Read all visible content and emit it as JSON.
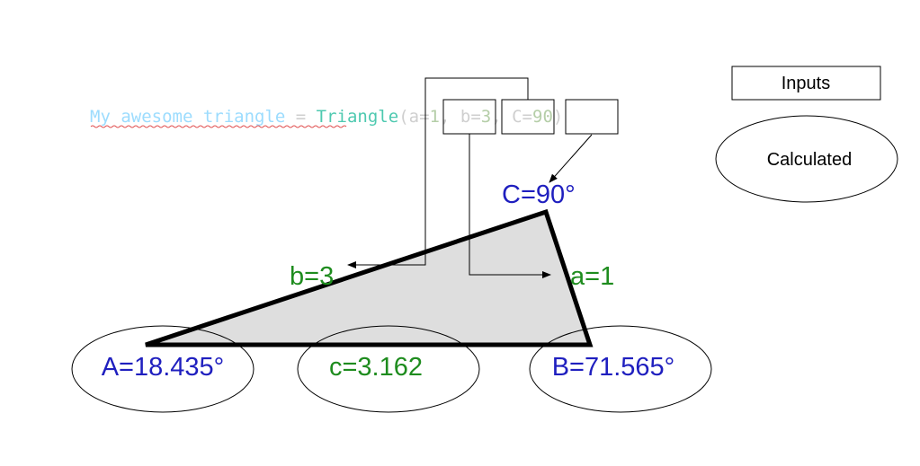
{
  "code": {
    "variable": "My awesome triangle",
    "equals": " = ",
    "func": "Triangle",
    "open": "(",
    "arg1_key": "a=",
    "arg1_val": "1",
    "sep1": ", ",
    "arg2_key": "b=",
    "arg2_val": "3",
    "sep2": ", ",
    "arg3_key": "C=",
    "arg3_val": "90",
    "close": ")"
  },
  "triangle": {
    "angle_C": "C=90°",
    "side_b": "b=3",
    "side_a": "a=1",
    "angle_A": "A=18.435°",
    "side_c": "c=3.162",
    "angle_B": "B=71.565°"
  },
  "legend": {
    "inputs": "Inputs",
    "calculated": "Calculated"
  },
  "colors": {
    "variable": "#9cdcfe",
    "func": "#4ec9b0",
    "number": "#b5cea8",
    "muted": "#cfcfcf",
    "angle_label": "#1f1fbf",
    "side_label": "#1e8c1e",
    "triangle_fill": "#dedede",
    "squiggle": "#e05050"
  }
}
